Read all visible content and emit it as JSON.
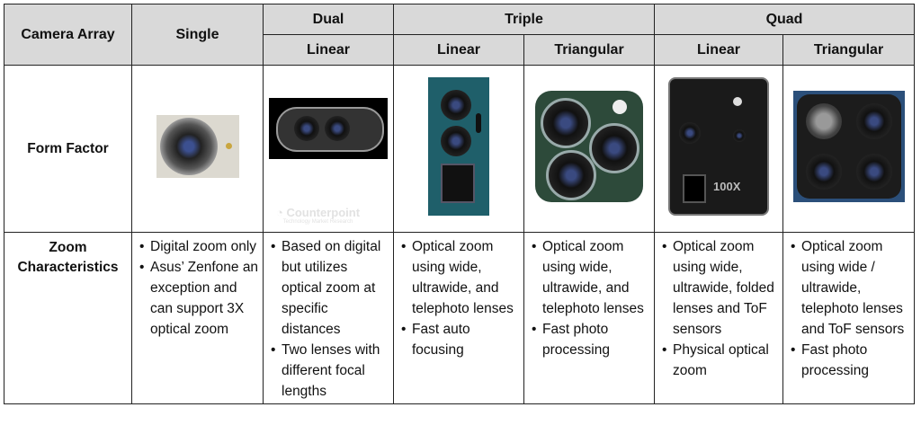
{
  "header": {
    "row_label": "Camera Array",
    "single": "Single",
    "groups": [
      "Dual",
      "Triple",
      "Quad"
    ],
    "sub": [
      "Linear",
      "Linear",
      "Triangular",
      "Linear",
      "Triangular"
    ]
  },
  "form_factor": {
    "label": "Form Factor",
    "watermark": "Counterpoint",
    "watermark_sub": "Technology Market Research",
    "quad_linear_text": "100X"
  },
  "zoom": {
    "label": "Zoom Characteristics",
    "columns": [
      [
        "Digital zoom only",
        "Asus’ Zenfone an exception and can support 3X optical zoom"
      ],
      [
        "Based on digital but utilizes optical zoom at specific distances",
        "Two lenses with different focal lengths"
      ],
      [
        "Optical zoom using wide, ultrawide, and telephoto lenses",
        "Fast auto focusing"
      ],
      [
        "Optical zoom using wide, ultrawide, and telephoto lenses",
        "Fast photo processing"
      ],
      [
        "Optical zoom using wide, ultrawide, folded lenses and ToF sensors",
        "Physical optical zoom"
      ],
      [
        "Optical zoom using wide / ultrawide, telephoto lenses and ToF sensors",
        "Fast photo processing"
      ]
    ]
  }
}
